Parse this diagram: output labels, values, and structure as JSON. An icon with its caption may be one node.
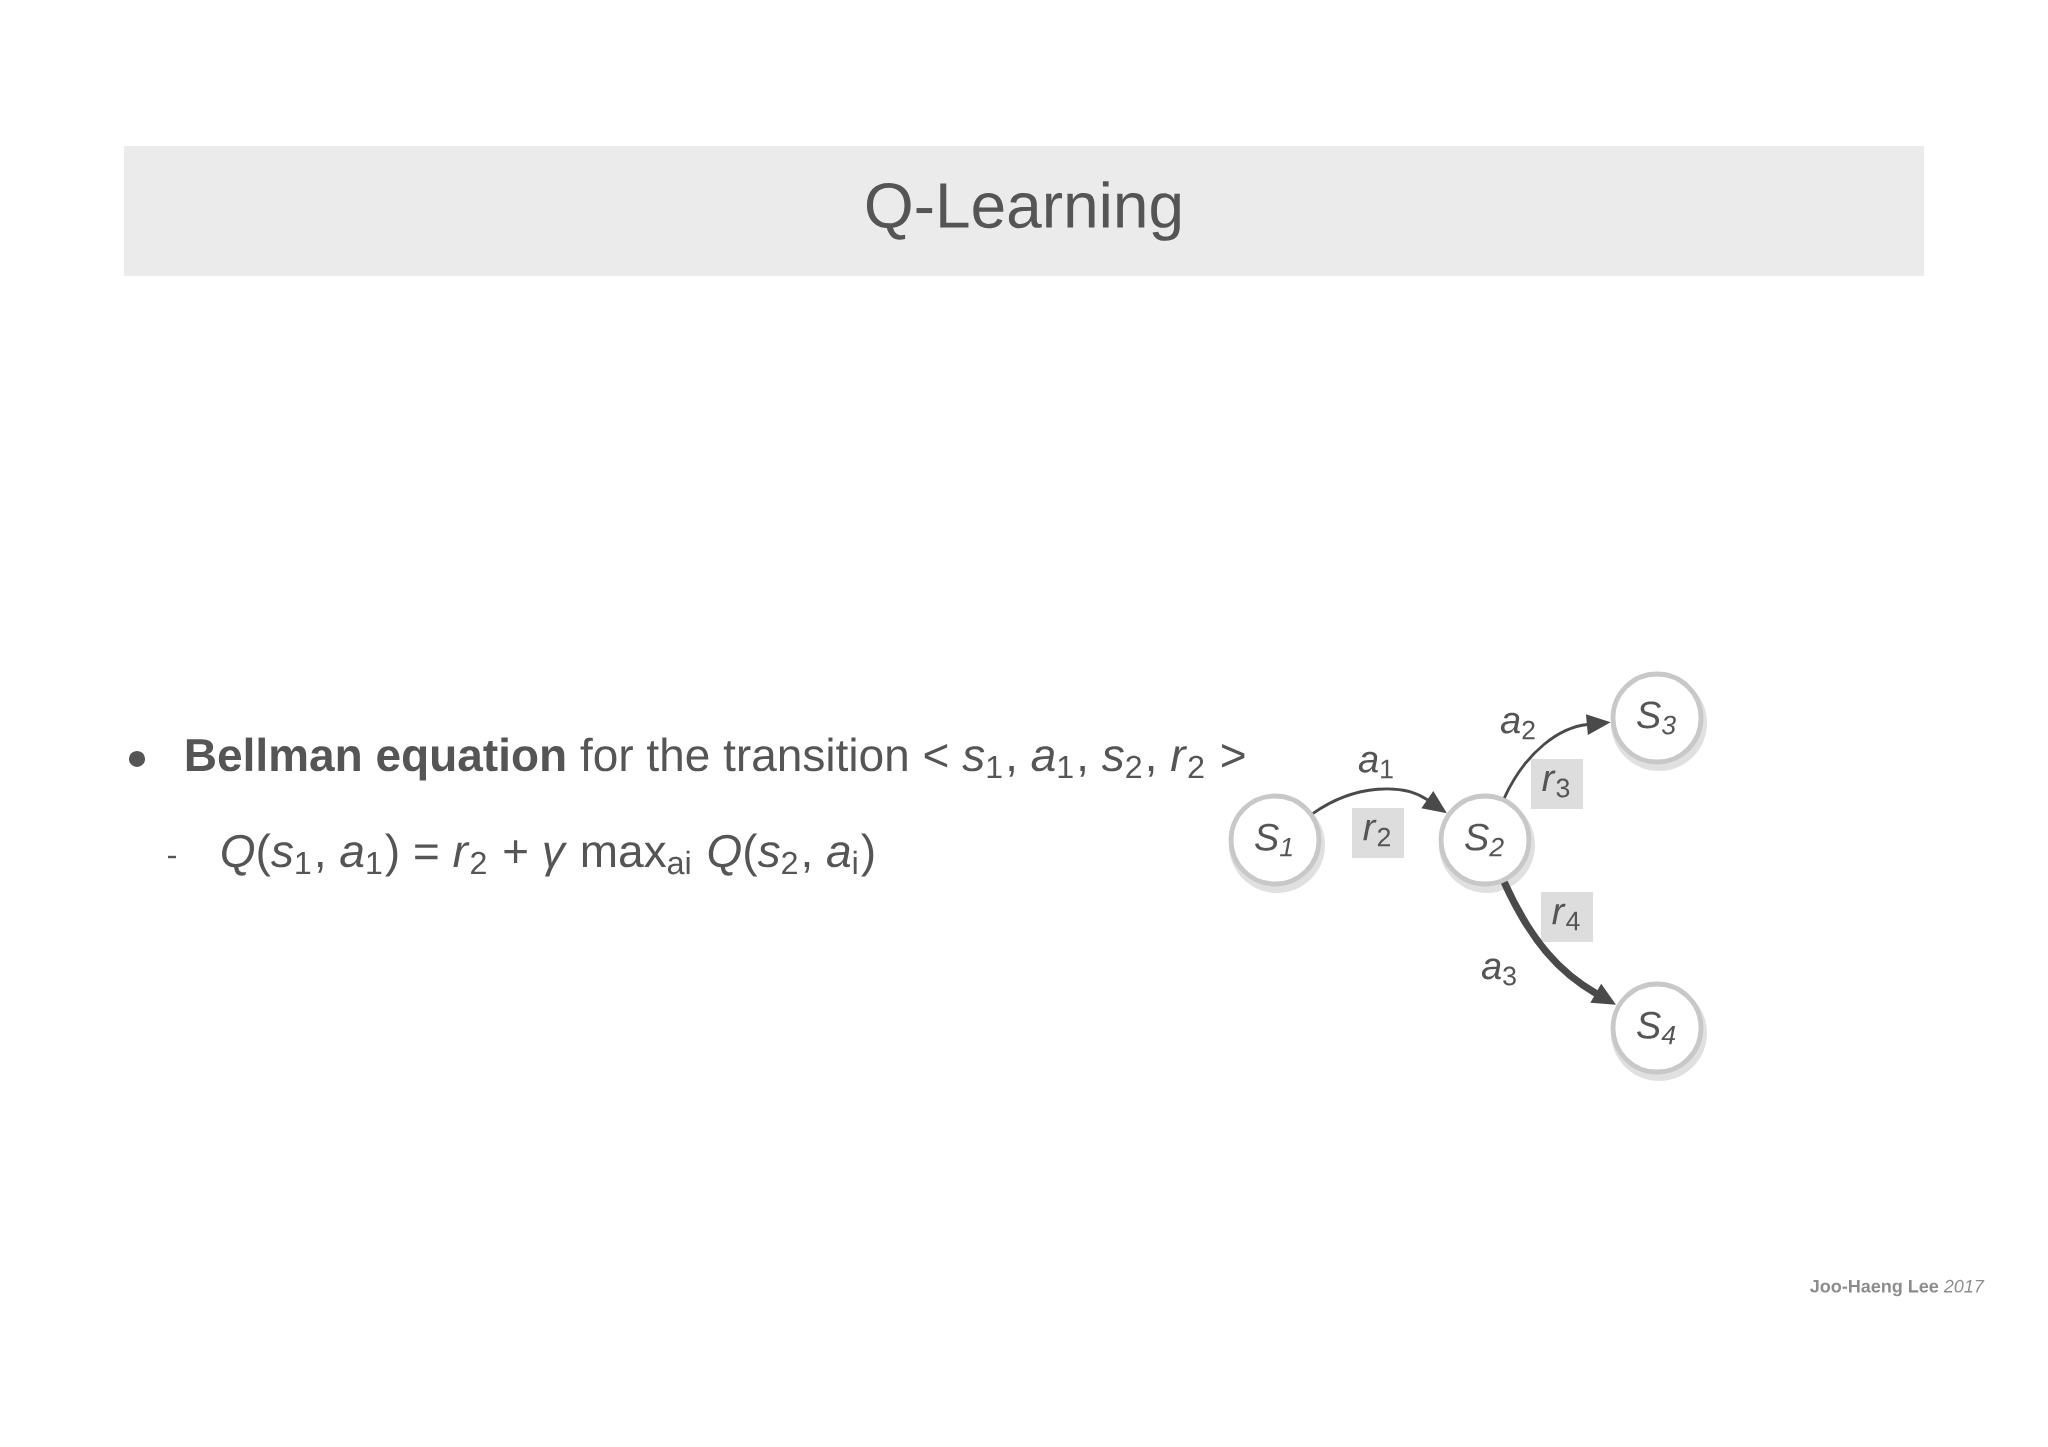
{
  "diagram": {
    "title": "Q-Learning",
    "nodes": [
      {
        "text": [
          "S$_{1}$"
        ]
      },
      {
        "text": [
          "*r*$_{2}$"
        ]
      },
      {
        "text": [
          "S$_{2}$"
        ]
      },
      {
        "text": [
          "S$_{3}$"
        ]
      },
      {
        "text": [
          "*r*$_{3}$"
        ]
      },
      {
        "text": [
          "*r*$_{4}$"
        ]
      },
      {
        "text": [
          "S$_{4}$"
        ]
      }
    ],
    "edges": [
      {
        "from": 0,
        "to": 2,
        "arrow": "to",
        "label": "*a*$_{1}$"
      },
      {
        "from": 2,
        "to": 3,
        "arrow": "to",
        "label": "*a*$_{2}$"
      },
      {
        "from": 2,
        "to": 6,
        "arrow": "to",
        "label": "*a*$_{3}$",
        "style": "thick"
      }
    ],
    "labels": [
      "**Bellman equation** for the transition < *s*$_{1}$, *a*$_{1}$, *s*$_{2}$, *r*$_{2}$ >",
      "*Q*(*s*$_{1}$, *a*$_{1}$) = *r*$_{2}$ + *γ* max$_{ai}$ *Q*(*s*$_{2}$, *a*$_{i}$)",
      "**Joo-Haeng Lee** *2017*"
    ]
  }
}
